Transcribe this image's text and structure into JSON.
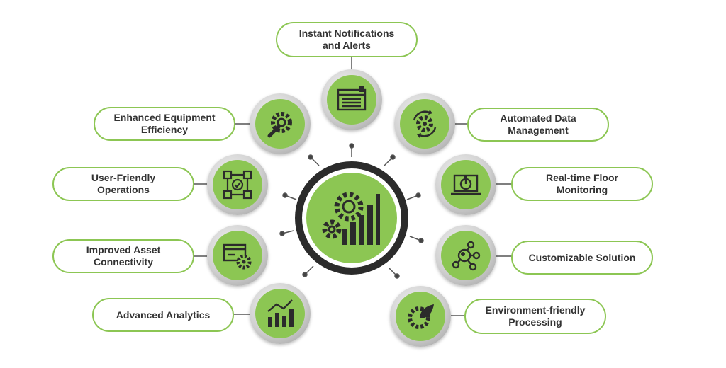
{
  "hub": {
    "icon": "gear-bar-chart-icon"
  },
  "features": [
    {
      "label": "Instant Notifications\nand Alerts",
      "icon": "browser-window-alert-icon"
    },
    {
      "label": "Enhanced Equipment\nEfficiency",
      "icon": "gear-wrench-icon"
    },
    {
      "label": "Automated Data\nManagement",
      "icon": "gear-cycle-icon"
    },
    {
      "label": "User-Friendly\nOperations",
      "icon": "user-network-check-icon"
    },
    {
      "label": "Real-time Floor\nMonitoring",
      "icon": "laptop-stopwatch-icon"
    },
    {
      "label": "Improved Asset\nConnectivity",
      "icon": "card-gear-icon"
    },
    {
      "label": "Customizable Solution",
      "icon": "node-network-icon"
    },
    {
      "label": "Advanced Analytics",
      "icon": "bar-chart-trend-icon"
    },
    {
      "label": "Environment-friendly\nProcessing",
      "icon": "gear-leaf-icon"
    }
  ],
  "colors": {
    "accent": "#8cc653",
    "hub_ring": "#2b2b2b",
    "text": "#333333"
  }
}
